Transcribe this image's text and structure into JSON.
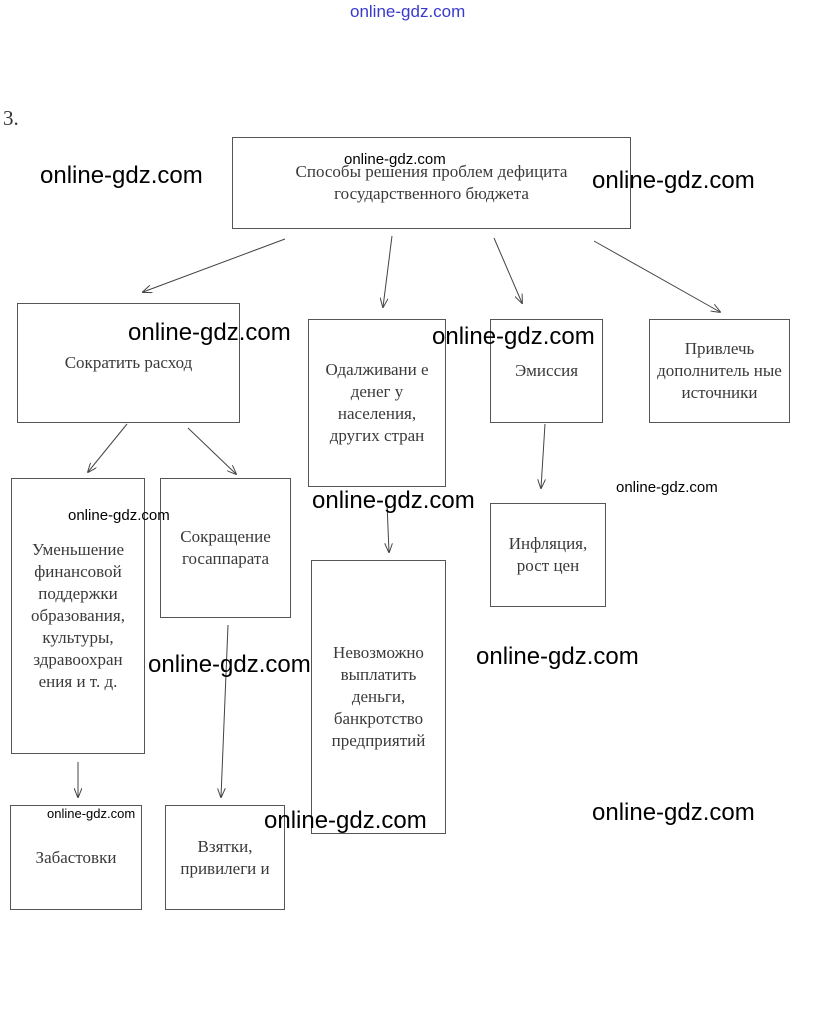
{
  "header_watermark": "online-gdz.com",
  "task_number": "3.",
  "nodes": {
    "root": "Способы решения проблем дефицита государственного бюджета",
    "reduce_spending": "Сократить расход",
    "borrowing": "Одалживани е денег у населения, других стран",
    "emission": "Эмиссия",
    "extra_sources": "Привлечь дополнитель ные источники",
    "reduce_support": "Уменьшение финансовой поддержки образования, культуры, здравоохран ения и т. д.",
    "reduce_apparatus": "Сокращение госаппарата",
    "inflation": "Инфляция, рост цен",
    "cannot_pay": "Невозможно выплатить деньги, банкротство предприятий",
    "strikes": "Забастовки",
    "bribes": "Взятки, привилеги и"
  },
  "watermarks": [
    "online-gdz.com",
    "online-gdz.com",
    "online-gdz.com",
    "online-gdz.com",
    "online-gdz.com",
    "online-gdz.com",
    "online-gdz.com",
    "online-gdz.com",
    "online-gdz.com",
    "online-gdz.com",
    "online-gdz.com",
    "online-gdz.com",
    "online-gdz.com",
    "online-gdz.com"
  ]
}
